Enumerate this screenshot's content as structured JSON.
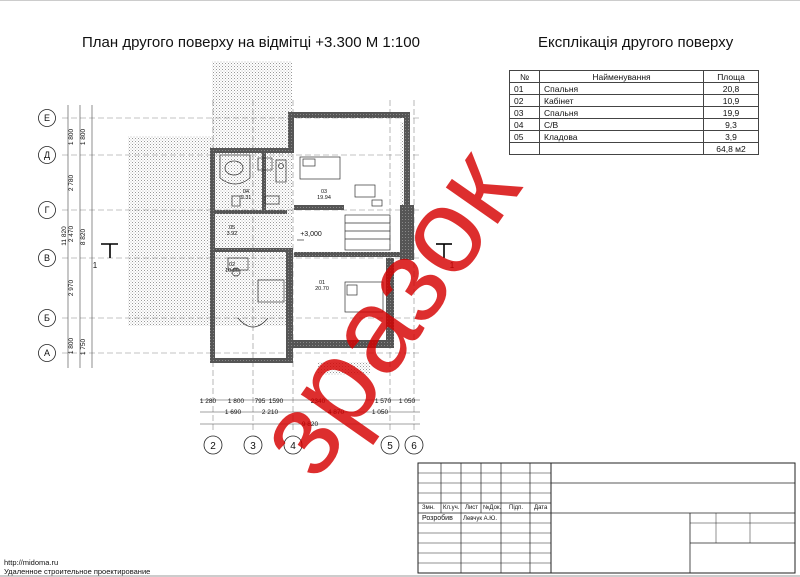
{
  "plan_title": "План другого поверху на відмітці +3.300  М 1:100",
  "explication": {
    "title": "Експлікація другого поверху",
    "headers": [
      "№",
      "Найменування",
      "Площа"
    ],
    "rows": [
      {
        "no": "01",
        "name": "Спальня",
        "area": "20,8"
      },
      {
        "no": "02",
        "name": "Кабінет",
        "area": "10,9"
      },
      {
        "no": "03",
        "name": "Спальня",
        "area": "19,9"
      },
      {
        "no": "04",
        "name": "С/В",
        "area": "9,3"
      },
      {
        "no": "05",
        "name": "Кладова",
        "area": "3,9"
      }
    ],
    "total": "64,8 м2"
  },
  "axes": {
    "rows": [
      "Е",
      "Д",
      "Г",
      "В",
      "Б",
      "А"
    ],
    "cols": [
      "2",
      "3",
      "4",
      "5",
      "6"
    ]
  },
  "section_mark": "1",
  "level_mark": "+3,000",
  "rooms": [
    {
      "id": "01",
      "area": "20.70"
    },
    {
      "id": "02",
      "area": "10.86"
    },
    {
      "id": "03",
      "area": "19.94"
    },
    {
      "id": "04",
      "area": "9.31"
    },
    {
      "id": "05",
      "area": "3.92"
    }
  ],
  "dims_left": {
    "outer": [
      "1 800",
      "2 780",
      "2 470",
      "2 970",
      "1 750"
    ],
    "inner": [
      "1 800",
      "8 820"
    ],
    "total": "11 820",
    "top_extra": "1 800"
  },
  "dims_bottom": {
    "row1": [
      "1 280",
      "1 800",
      "795",
      "1590",
      "2340",
      "1 570",
      "1 050"
    ],
    "row2": [
      "1 690",
      "2 210",
      "4 870",
      "1 050"
    ],
    "total": "9 820"
  },
  "watermark": "зразок",
  "stamp": {
    "headers": [
      "Змн.",
      "Кл.уч.",
      "Лист",
      "№Док.",
      "Підп.",
      "Дата"
    ],
    "developed_label": "Розробив",
    "developer": "Левчук А.Ю."
  },
  "footer": {
    "url": "http://midoma.ru",
    "caption": "Удаленное строительное проектирование"
  }
}
